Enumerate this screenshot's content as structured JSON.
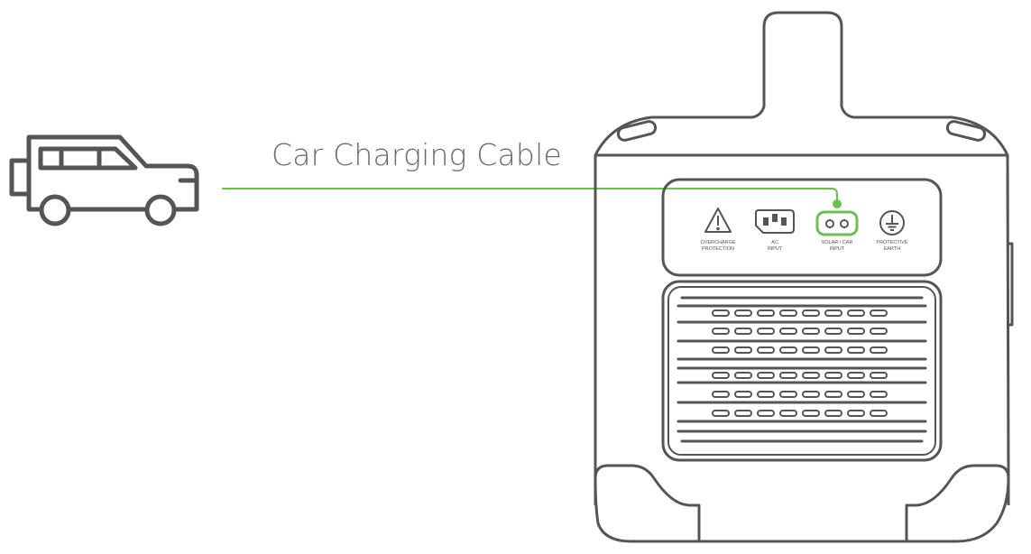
{
  "caption": "Car Charging Cable",
  "colors": {
    "cable": "#6cc04a",
    "outline": "#555555",
    "caption": "#6a6a6a"
  },
  "ports": [
    {
      "name": "overcharge-protection",
      "icon": "warning-triangle-icon",
      "label_line1": "OVERCHARGE",
      "label_line2": "PROTECTION",
      "highlighted": false
    },
    {
      "name": "ac-input",
      "icon": "ac-socket-icon",
      "label_line1": "AC",
      "label_line2": "INPUT",
      "highlighted": false
    },
    {
      "name": "solar-car-input",
      "icon": "dc-socket-icon",
      "label_line1": "SOLAR / CAR",
      "label_line2": "INPUT",
      "highlighted": true
    },
    {
      "name": "protective-earth",
      "icon": "ground-icon",
      "label_line1": "PROTECTIVE",
      "label_line2": "EARTH",
      "highlighted": false
    }
  ]
}
